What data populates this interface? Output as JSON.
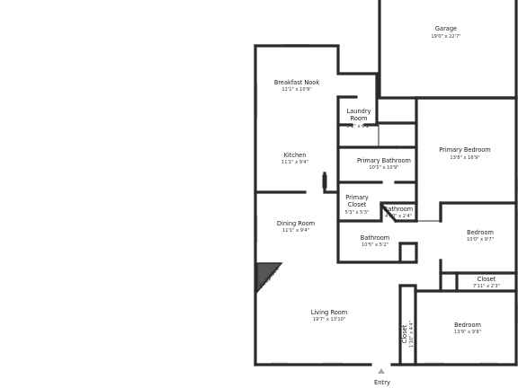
{
  "colors": {
    "wall": "#2b2b2b",
    "floor": "#ffffff",
    "window": "#c9c9c9",
    "fireplace": "#555555"
  },
  "rooms": [
    {
      "id": "garage",
      "name": "Garage",
      "dim": "19'0\" x 22'7\""
    },
    {
      "id": "breakfast",
      "name": "Breakfast Nook",
      "dim": "11'1\" x 10'9\""
    },
    {
      "id": "laundry",
      "name": "Laundry Room",
      "dim": "5'2\" x 6'1\""
    },
    {
      "id": "primary-bed",
      "name": "Primary Bedroom",
      "dim": "13'8\" x 16'9\""
    },
    {
      "id": "kitchen",
      "name": "Kitchen",
      "dim": "11'1\" x 9'4\""
    },
    {
      "id": "primary-bath",
      "name": "Primary Bathroom",
      "dim": "10'5\" x 10'9\""
    },
    {
      "id": "primary-closet",
      "name": "Primary Closet",
      "dim": "5'3\" x 5'3\""
    },
    {
      "id": "bath-small",
      "name": "Bathroom",
      "dim": "4'10\" x 2'4\""
    },
    {
      "id": "dining",
      "name": "Dining Room",
      "dim": "11'1\" x 9'4\""
    },
    {
      "id": "bathroom",
      "name": "Bathroom",
      "dim": "10'5\" x 5'2\""
    },
    {
      "id": "bedroom1",
      "name": "Bedroom",
      "dim": "10'0\" x 9'7\""
    },
    {
      "id": "closet1",
      "name": "Closet",
      "dim": "7'11\" x 2'3\""
    },
    {
      "id": "living",
      "name": "Living Room",
      "dim": "19'7\" x 13'10\""
    },
    {
      "id": "closet2",
      "name": "Closet",
      "dim": "1'10\" x 4'4\""
    },
    {
      "id": "bedroom2",
      "name": "Bedroom",
      "dim": "13'9\" x 9'8\""
    }
  ],
  "fireplace": {
    "label": "Fireplace"
  },
  "entry": {
    "label": "Entry"
  }
}
